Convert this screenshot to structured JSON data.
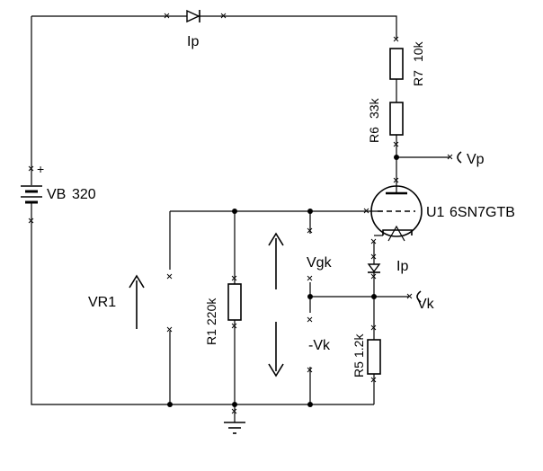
{
  "components": {
    "battery": {
      "name": "VB",
      "value": "320",
      "plus": "+"
    },
    "r7": {
      "name": "R7",
      "value": "10k"
    },
    "r6": {
      "name": "R6",
      "value": "33k"
    },
    "r1": {
      "name": "R1",
      "value": "220k"
    },
    "r5": {
      "name": "R5",
      "value": "1.2k"
    },
    "tube": {
      "name": "U1",
      "value": "6SN7GTB"
    },
    "vr1": {
      "name": "VR1"
    }
  },
  "labels": {
    "ip_top": "Ip",
    "ip_cathode": "Ip",
    "vp": "Vp",
    "vk": "Vk",
    "vgk": "Vgk",
    "neg_vk": "-Vk"
  }
}
